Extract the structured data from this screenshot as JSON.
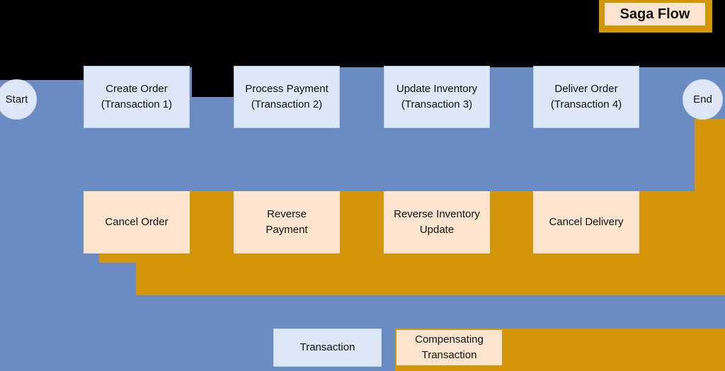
{
  "title": {
    "label": "Saga Flow"
  },
  "terminals": {
    "start": "Start",
    "end": "End"
  },
  "transactions": [
    {
      "name": "Create Order",
      "subtitle": "(Transaction 1)"
    },
    {
      "name": "Process Payment",
      "subtitle": "(Transaction 2)"
    },
    {
      "name": "Update Inventory",
      "subtitle": "(Transaction 3)"
    },
    {
      "name": "Deliver Order",
      "subtitle": "(Transaction 4)"
    }
  ],
  "compensations": [
    {
      "line1": "Cancel Order",
      "line2": ""
    },
    {
      "line1": "Reverse",
      "line2": "Payment"
    },
    {
      "line1": "Reverse Inventory",
      "line2": "Update"
    },
    {
      "line1": "Cancel Delivery",
      "line2": ""
    }
  ],
  "legend": [
    {
      "line1": "Transaction",
      "line2": "",
      "kind": "transaction"
    },
    {
      "line1": "Compensating",
      "line2": "Transaction",
      "kind": "compensating"
    }
  ],
  "colors": {
    "panel_blue": "#6b8cc2",
    "transaction_fill": "#dce7f8",
    "transaction_border": "#b9cbe6",
    "compensating_fill": "#fce4ce",
    "compensating_border": "#d39608",
    "path_orange": "#d39608",
    "terminal_fill": "#dde7f7",
    "background": "#000000",
    "text": "#111111"
  }
}
